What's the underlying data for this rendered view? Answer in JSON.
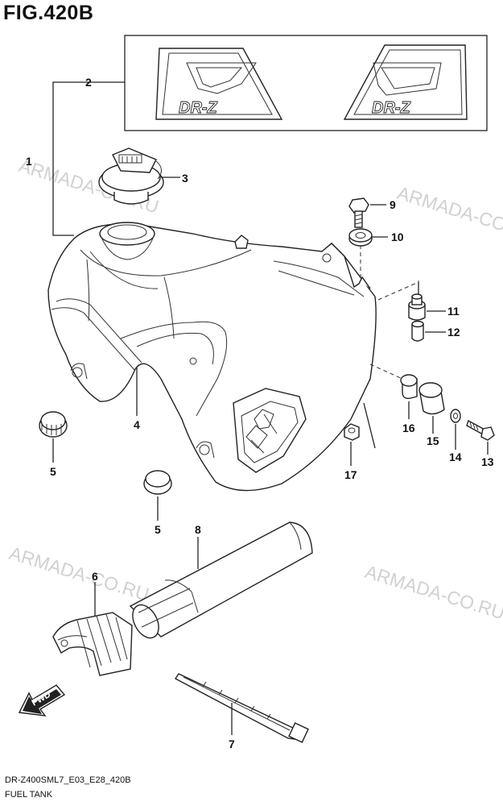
{
  "figure_title": "FIG.420B",
  "model_code": "DR-Z400SML7_E03_E28_420B",
  "section_name": "FUEL TANK",
  "fwd_label": "FWD",
  "decal_text": "DR-Z",
  "watermark": "ARMADA-CO.RU",
  "callouts": [
    "1",
    "2",
    "3",
    "4",
    "5",
    "5",
    "6",
    "7",
    "8",
    "9",
    "10",
    "11",
    "12",
    "13",
    "14",
    "15",
    "16",
    "17"
  ]
}
